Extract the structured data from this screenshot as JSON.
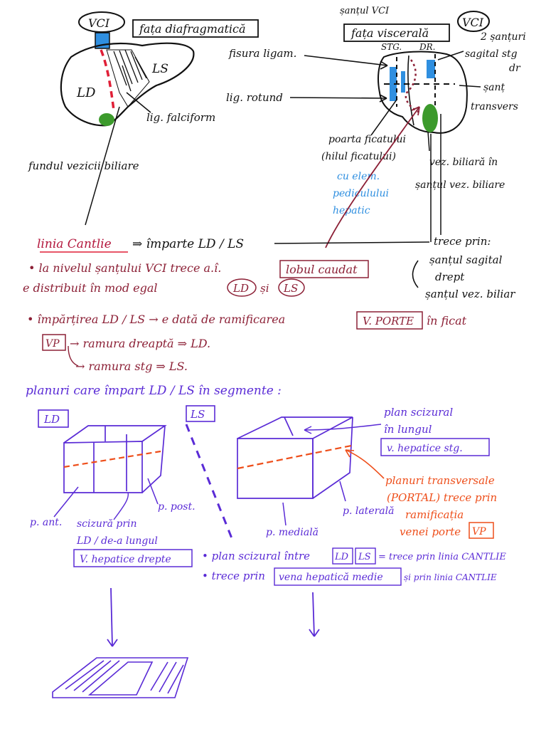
{
  "colors": {
    "ink_black": "#111111",
    "ink_red": "#b3163c",
    "ink_dark_red": "#8c2036",
    "ink_blue": "#2f8fe0",
    "ink_purple": "#5a2bd6",
    "ink_orange": "#ee4e1a",
    "gallbladder_green": "#3c9a2c"
  },
  "top_left": {
    "vci": "VCI",
    "title": "fața diafragmatică",
    "ld": "LD",
    "ls": "LS",
    "lig_falciform": "lig. falciform",
    "fundul": "fundul vezicii biliare"
  },
  "top_right": {
    "header_partial": "șanțul VCI",
    "vci": "VCI",
    "title": "fața viscerală",
    "stg": "STG.",
    "dr": "DR.",
    "fisura": "fisura ligam.",
    "lig_rotund": "lig. rotund",
    "santuri_1": "2 șanțuri",
    "santuri_2": "sagital stg",
    "santuri_3": "dr",
    "sant_t1": "șanț",
    "sant_t2": "transvers",
    "poarta_1": "poarta ficatului",
    "poarta_2": "(hilul ficatului)",
    "vez_1": "vez. biliară în",
    "vez_2": "șanțul vez. biliare",
    "blue_1": "cu elem.",
    "blue_2": "pediculului",
    "blue_3": "hepatic",
    "trece_1": "trece prin:",
    "trece_2": "șanțul sagital",
    "trece_3": "drept",
    "trece_4": "șanțul vez. biliar"
  },
  "notes": {
    "linia_cantlie": "linia Cantlie",
    "imparte": "⇒ împarte LD / LS",
    "line2_a": "• la nivelul șanțului VCI trece a.î.",
    "lobul_caudat": "lobul caudat",
    "line3_a": "e distribuit în mod egal",
    "ld_circle": "LD",
    "si": "și",
    "ls_circle": "LS",
    "line4": "• împărțirea LD / LS → e dată de ramificarea",
    "v_porte": "V. PORTE",
    "in_ficat": "în ficat",
    "vp": "VP",
    "ramura_dreapta": "→ ramura dreaptă ⇒ LD.",
    "ramura_stg": "→ ramura stg ⇒ LS."
  },
  "segments": {
    "heading": "planuri care împart LD / LS în segmente :",
    "ld_box": "LD",
    "ls_box": "LS",
    "p_ant": "p. ant.",
    "p_post": "p. post.",
    "scizura_1": "scizură prin",
    "scizura_2": "LD / de-a lungul",
    "v_hepatice_dr": "V. hepatice drepte",
    "plan_1": "plan scizural",
    "plan_2": "în lungul",
    "plan_3": "v. hepatice stg.",
    "planuri_1": "planuri transversale",
    "planuri_2": "(PORTAL) trece prin",
    "planuri_3": "ramificația",
    "planuri_4": "venei porte",
    "vp_box": "VP",
    "p_laterala": "p. laterală",
    "p_mediala": "p. medială",
    "bullet1_a": "• plan scizural între",
    "bullet1_ld": "LD",
    "bullet1_ls": "LS",
    "bullet1_b": "= trece prin linia CANTLIE",
    "bullet2_a": "• trece prin",
    "vena_medie": "vena hepatică medie",
    "bullet2_b": "și prin linia CANTLIE"
  }
}
